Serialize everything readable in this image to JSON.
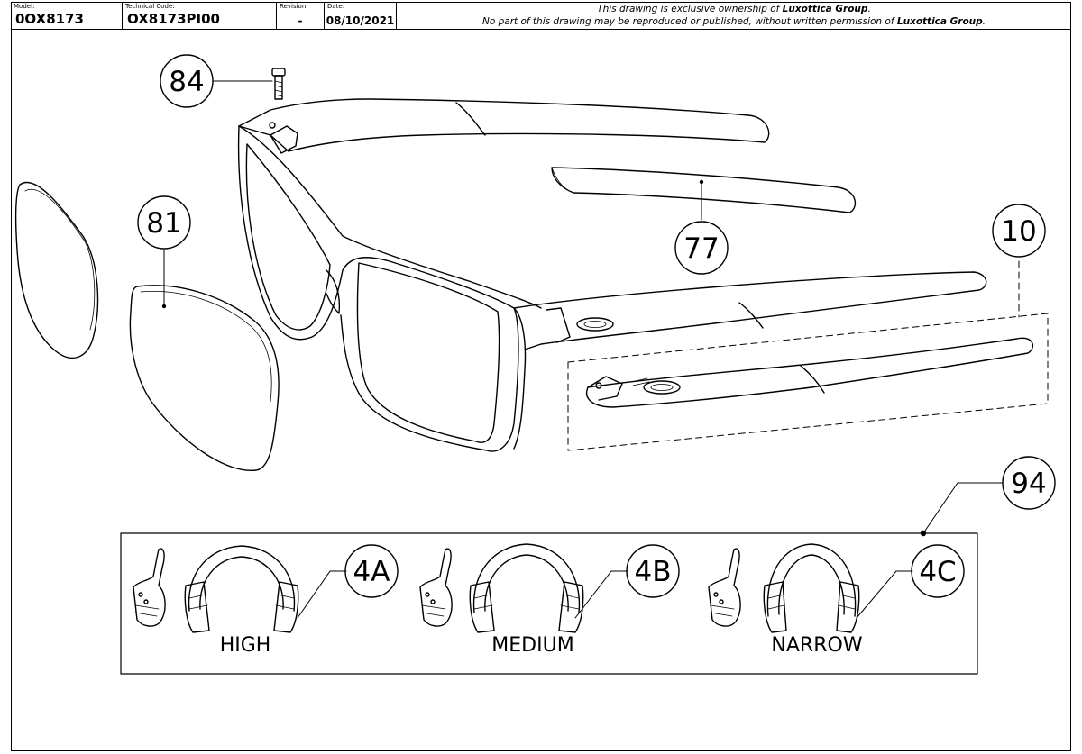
{
  "titleblock": {
    "model_label": "Model:",
    "model_value": "0OX8173",
    "techcode_label": "Technical Code:",
    "techcode_value": "OX8173PI00",
    "revision_label": "Revision:",
    "revision_value": "-",
    "date_label": "Date:",
    "date_value": "08/10/2021",
    "notice_line1_pre": "This drawing is exclusive ownership of ",
    "notice_line1_brand": "Luxottica Group",
    "notice_line1_post": ".",
    "notice_line2_pre": "No part of this drawing may be reproduced or published, without written permission of ",
    "notice_line2_brand": "Luxottica Group",
    "notice_line2_post": "."
  },
  "callouts": {
    "screw": "84",
    "lens": "81",
    "temple_insert": "77",
    "temple_assembly": "10",
    "nosepad_kit": "94",
    "nosepad_high": "4A",
    "nosepad_medium": "4B",
    "nosepad_narrow": "4C"
  },
  "nosepad_sizes": {
    "high": "HIGH",
    "medium": "MEDIUM",
    "narrow": "NARROW"
  }
}
